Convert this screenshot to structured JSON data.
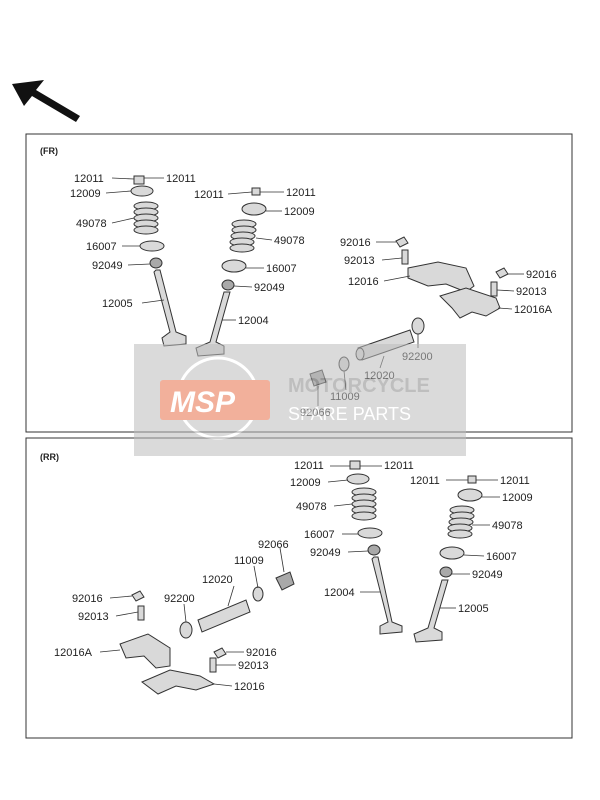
{
  "watermark": {
    "logo_text": "MSP",
    "line1": "MOTORCYCLE",
    "line2": "SPARE PARTS",
    "colors": {
      "logo": "#e8704a",
      "text": "#9a9a9a",
      "box": "#bdbdbd"
    }
  },
  "direction_icon": "arrow-up-left-icon",
  "sections": [
    {
      "tag": "(FR)",
      "labels": [
        "12011",
        "12011",
        "12009",
        "49078",
        "16007",
        "92049",
        "12005",
        "12011",
        "12011",
        "12009",
        "49078",
        "16007",
        "92049",
        "12004",
        "92016",
        "92013",
        "12016",
        "92016",
        "92013",
        "12016A",
        "92200",
        "12020",
        "11009",
        "92066"
      ]
    },
    {
      "tag": "(RR)",
      "labels": [
        "12011",
        "12011",
        "12009",
        "49078",
        "16007",
        "92049",
        "12004",
        "12011",
        "12011",
        "12009",
        "49078",
        "16007",
        "92049",
        "12005",
        "92066",
        "11009",
        "12020",
        "92200",
        "92016",
        "92013",
        "12016A",
        "92016",
        "92013",
        "12016"
      ]
    }
  ]
}
